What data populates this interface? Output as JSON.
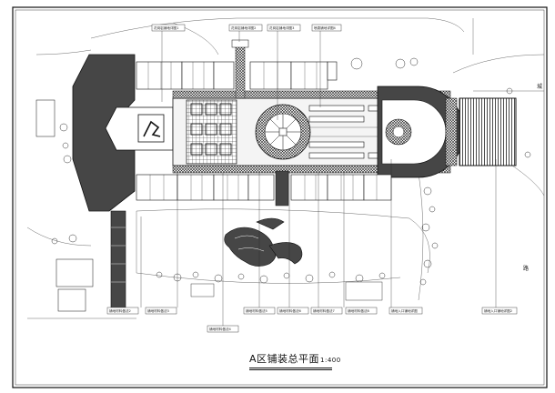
{
  "title": "A区铺装总平面",
  "scale": "1:400",
  "road_label": [
    "城",
    "路"
  ],
  "callouts_top": [
    "花岗岩铺地详图1",
    "花岗岩铺地详图2",
    "花岗岩铺地详图3",
    "喷泉铺地详图4"
  ],
  "callouts_bottom": [
    "铺地材料做法2",
    "铺地材料做法3",
    "铺地材料做法4",
    "铺地材料做法5",
    "铺地材料做法6",
    "铺地材料做法7",
    "铺地材料做法8",
    "铺地入口铺地详图",
    "铺地入口铺地详图2"
  ]
}
